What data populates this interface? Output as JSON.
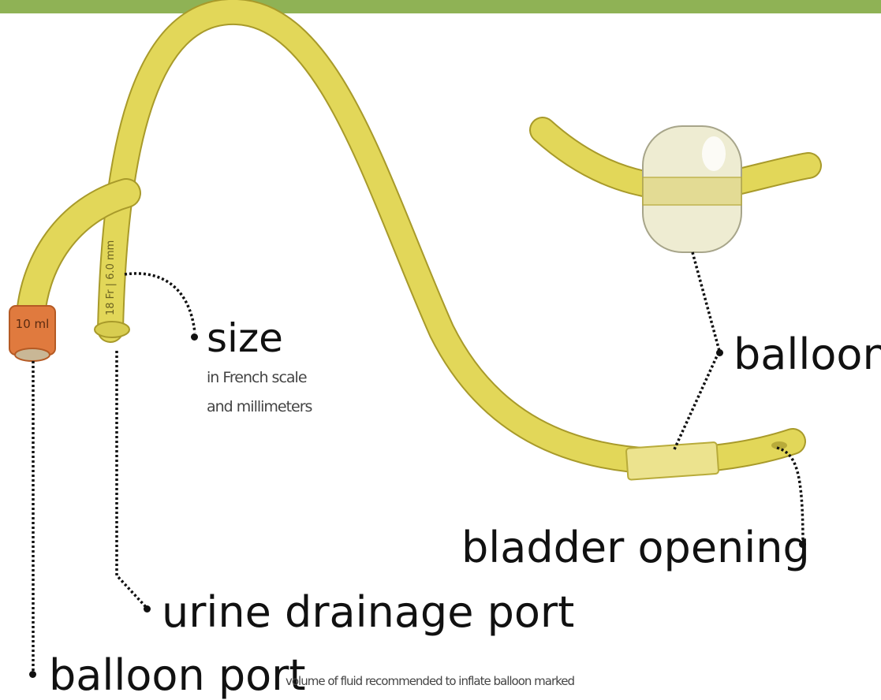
{
  "colors": {
    "top_bar": "#8fb255",
    "tube": "#e2d759",
    "tube_outline": "#a89a2a",
    "balloon_fill": "#eeecd2",
    "port_cap": "#e07a3e",
    "leader": "#111111"
  },
  "labels": {
    "size": "size",
    "size_note_line1": "in French scale",
    "size_note_line2": "and millimeters",
    "balloon": "balloon",
    "bladder_opening": "bladder opening",
    "urine_drainage_port": "urine drainage port",
    "balloon_port": "balloon port",
    "balloon_port_note": "volume of fluid recommended to inflate balloon marked"
  },
  "markings": {
    "tube_size": "18 Fr | 6.0 mm",
    "cap_volume": "10 ml"
  }
}
